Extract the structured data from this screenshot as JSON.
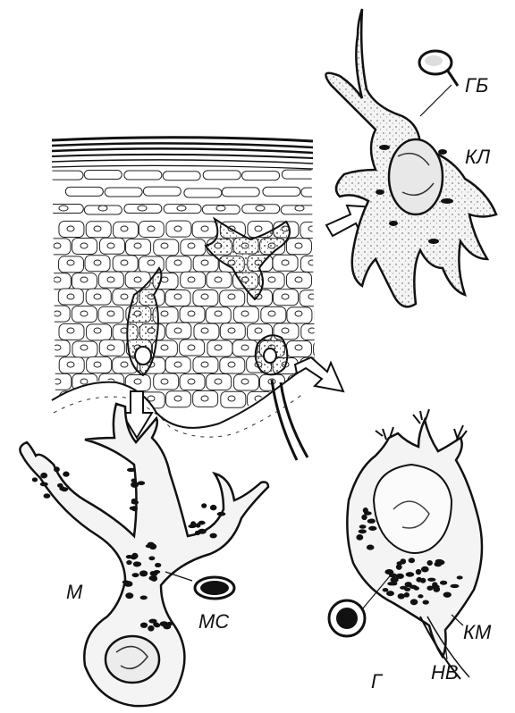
{
  "labels": {
    "gb": "ГБ",
    "kl": "КЛ",
    "m": "М",
    "ms": "МС",
    "km": "КМ",
    "g": "Г",
    "nv": "НВ"
  },
  "colors": {
    "ink": "#111111",
    "cell_fill": "#f4f4f4",
    "background": "#ffffff"
  }
}
